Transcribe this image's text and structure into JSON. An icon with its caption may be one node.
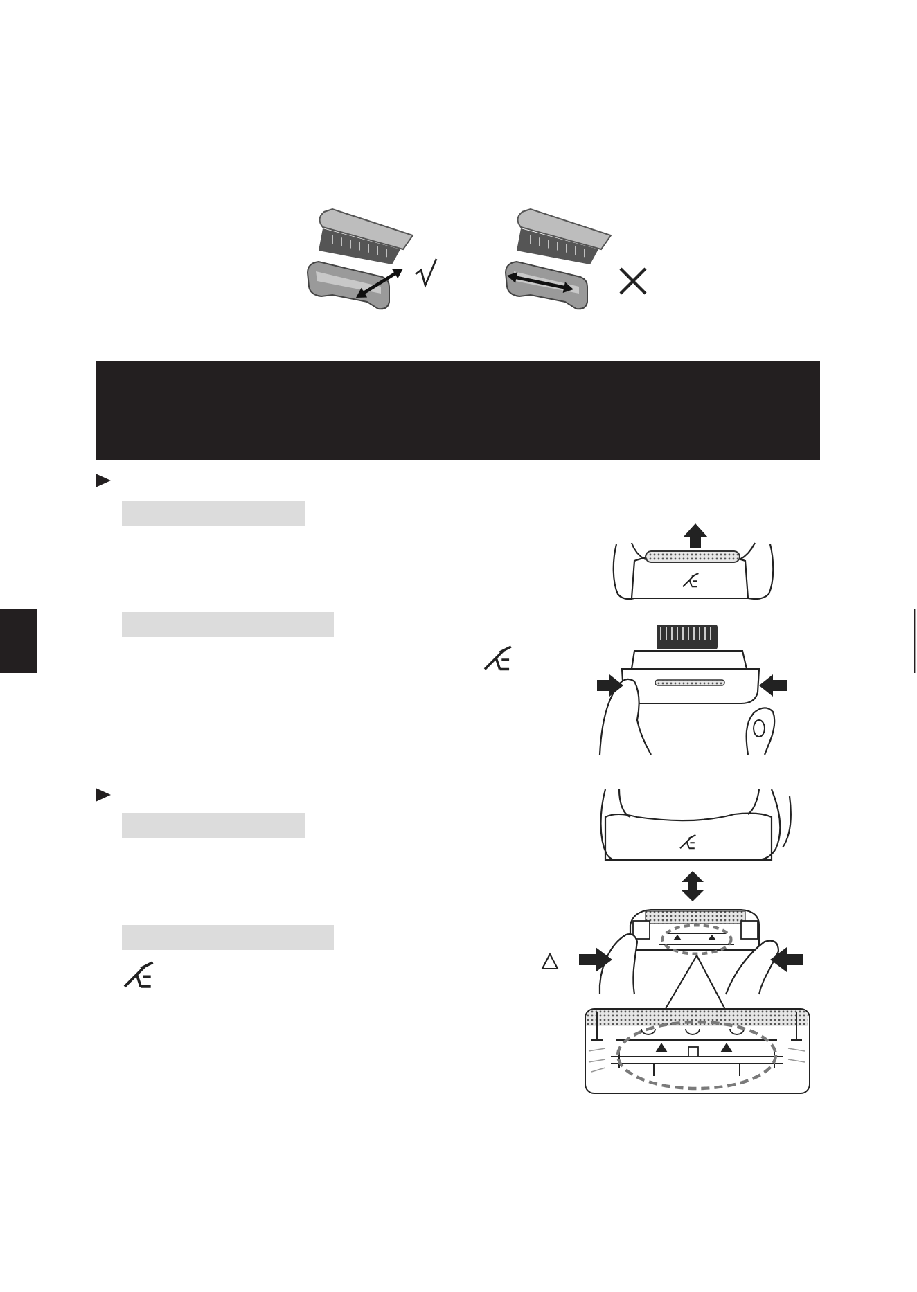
{
  "diagram": {
    "nodes": [
      {
        "text": [],
        "shape": "ellipse"
      },
      {
        "text": [],
        "shape": "picture"
      }
    ],
    "edges": [
      {
        "from": 0,
        "to": 1,
        "arrow": "none"
      }
    ]
  }
}
